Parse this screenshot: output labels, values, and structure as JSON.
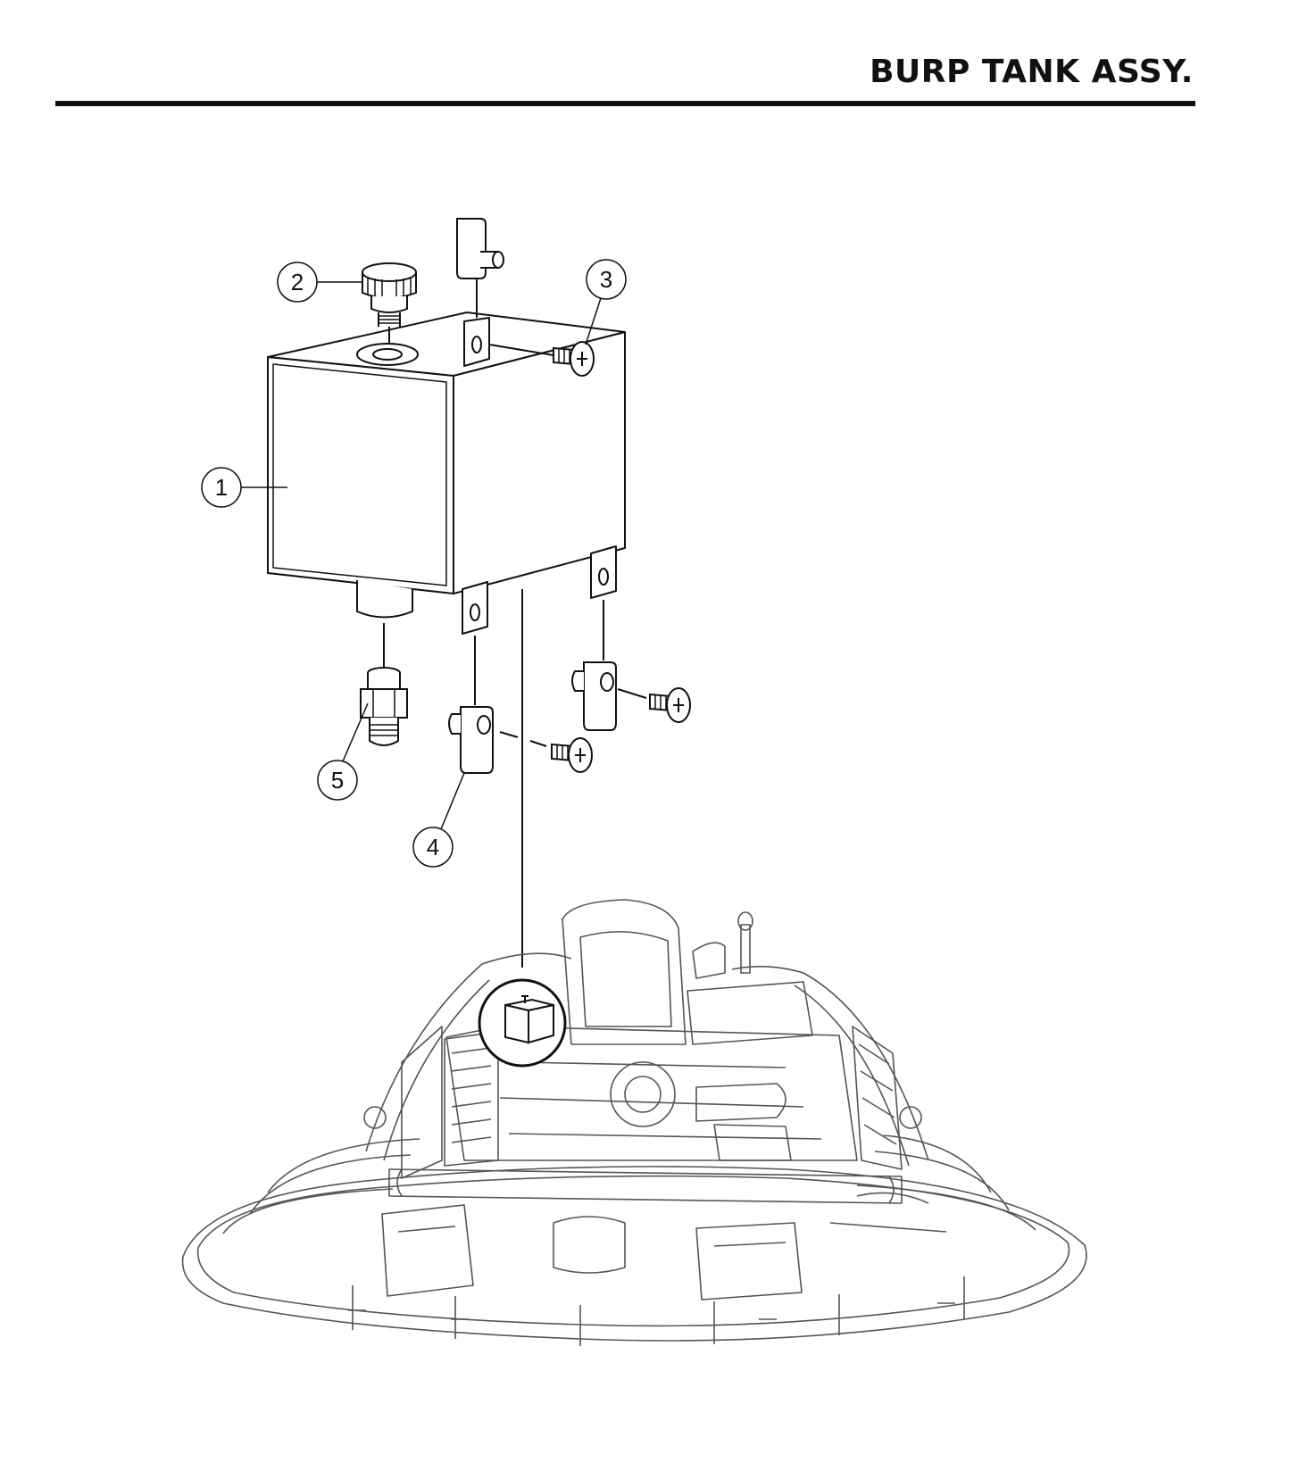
{
  "header": {
    "title": "BURP TANK ASSY."
  },
  "callouts": [
    {
      "id": "c1",
      "label": "1"
    },
    {
      "id": "c2",
      "label": "2"
    },
    {
      "id": "c3",
      "label": "3"
    },
    {
      "id": "c4",
      "label": "4"
    },
    {
      "id": "c5",
      "label": "5"
    }
  ],
  "colors": {
    "ink": "#111111",
    "machine": "#555555"
  }
}
